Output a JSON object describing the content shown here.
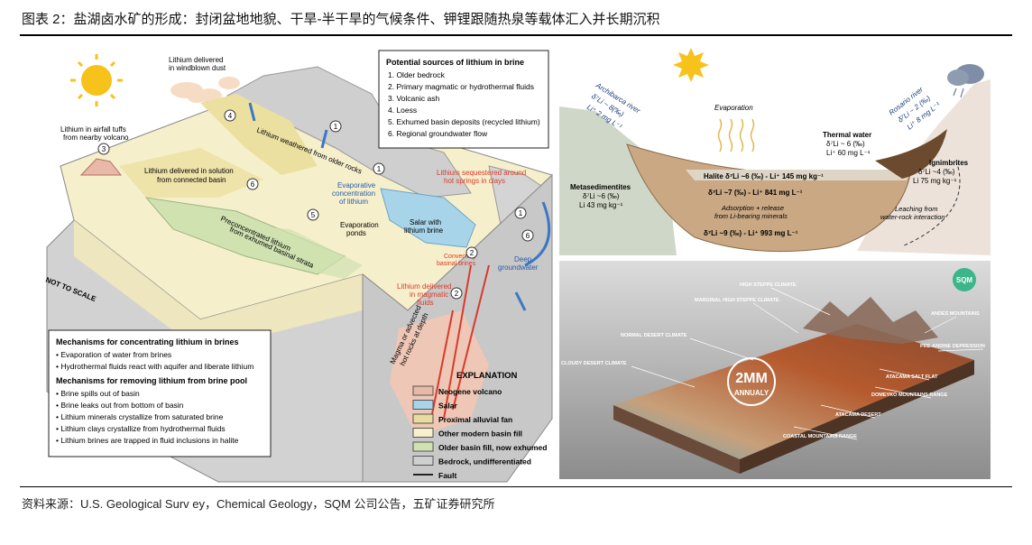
{
  "title": "图表 2：盐湖卤水矿的形成：封闭盆地地貌、干旱-半干旱的气候条件、钾锂跟随热泉等载体汇入并长期沉积",
  "source": "资料来源：U.S. Geological Surv ey，Chemical Geology，SQM 公司公告，五矿证券研究所",
  "left": {
    "potential_title": "Potential sources of lithium in brine",
    "potential_items": [
      "1. Older bedrock",
      "2. Primary magmatic or hydrothermal fluids",
      "3. Volcanic ash",
      "4. Loess",
      "5. Exhumed basin deposits (recycled lithium)",
      "6. Regional groundwater flow"
    ],
    "label_dust": "Lithium delivered",
    "label_dust2": "in windblown dust",
    "label_airfall": "Lithium in airfall tuffs",
    "label_airfall2": "from nearby volcano",
    "label_weathered": "Lithium weathered from older rocks",
    "label_solution": "Lithium delivered in solution",
    "label_solution2": "from connected basin",
    "label_evap1": "Evaporative",
    "label_evap2": "concentration",
    "label_evap3": "of lithium",
    "label_seq1": "Lithium sequestered around",
    "label_seq2": "hot springs in clays",
    "label_precon1": "Preconcentrated lithium",
    "label_precon2": "from exhumed basinal strata",
    "label_ponds1": "Evaporation",
    "label_ponds2": "ponds",
    "label_salar1": "Salar with",
    "label_salar2": "lithium brine",
    "label_conv1": "Convecting",
    "label_conv2": "basinal brines",
    "label_deep1": "Deep",
    "label_deep2": "groundwater",
    "label_magma1": "Lithium delivered",
    "label_magma2": "in magmatic",
    "label_magma3": "fluids",
    "label_hot1": "Magma or advected",
    "label_hot2": "hot rocks at depth",
    "label_scale": "NOT TO SCALE",
    "mech_title1": "Mechanisms for concentrating lithium in brines",
    "mech_items1": [
      "Evaporation of water from brines",
      "Hydrothermal fluids react with aquifer and liberate lithium"
    ],
    "mech_title2": "Mechanisms for removing lithium from brine pool",
    "mech_items2": [
      "Brine spills out of basin",
      "Brine leaks out from bottom of basin",
      "Lithium minerals crystallize from saturated brine",
      "Lithium clays crystallize from hydrothermal fluids",
      "Lithium brines are trapped in fluid inclusions in halite"
    ],
    "explanation_title": "EXPLANATION",
    "legend": [
      {
        "label": "Neogene volcano",
        "color": "#e8b8a8"
      },
      {
        "label": "Salar",
        "color": "#a8d4ea"
      },
      {
        "label": "Proximal alluvial fan",
        "color": "#e8dca0"
      },
      {
        "label": "Other modern basin fill",
        "color": "#f7f0cc"
      },
      {
        "label": "Older basin fill, now exhumed",
        "color": "#cfe2b0"
      },
      {
        "label": "Bedrock, undifferentiated",
        "color": "#cfcfcf"
      },
      {
        "label": "Fault",
        "color": "#222222"
      }
    ],
    "numbers": [
      "1",
      "2",
      "3",
      "4",
      "5",
      "6"
    ]
  },
  "right_top": {
    "archibarca1": "Archibarca river",
    "archibarca2": "δ⁷Li ~ 8(‰)",
    "archibarca3": "Li⁺ 2 mg L⁻¹",
    "rosario1": "Rosario river",
    "rosario2": "δ⁷Li ~ 2 (‰)",
    "rosario3": "Li⁺ 8 mg L⁻¹",
    "evaporation": "Evaporation",
    "thermal1": "Thermal water",
    "thermal2": "δ⁷Li ~ 6 (‰)",
    "thermal3": "Li⁺ 60 mg L⁻¹",
    "halite": "Halite  δ⁷Li ~6 (‰) - Li⁺ 145 mg kg⁻¹",
    "meta1": "Metasedimentites",
    "meta2": "δ⁷Li ~6 (‰)",
    "meta3": "Li 43 mg kg⁻¹",
    "mid1": "δ⁷Li ~7 (‰) - Li⁺ 841 mg L⁻¹",
    "adsorp1": "Adsorption + release",
    "adsorp2": "from Li-bearing minerals",
    "bottom1": "δ⁷Li ~9 (‰) - Li⁺ 993 mg L⁻¹",
    "ign1": "Ignimbrites",
    "ign2": "δ⁷Li ~4 (‰)",
    "ign3": "Li 75 mg kg⁻¹",
    "leach1": "Leaching from",
    "leach2": "water-rock interaction"
  },
  "right_bottom": {
    "badge": "SQM",
    "big1": "2MM",
    "big2": "ANNUALY",
    "labels": [
      "HIGH STEPPE CLIMATE",
      "MARGINAL HIGH STEPPE CLIMATE",
      "NORMAL DESERT CLIMATE",
      "CLOUDY DESERT CLIMATE",
      "ANDES MOUNTAINS",
      "PRE-ANDINE DEPRESSION",
      "ATACAMA SALT FLAT",
      "DOMEYKO MOUNTAINS RANGE",
      "ATACAMA DESERT",
      "COASTAL MOUNTAINS RANGE"
    ]
  }
}
